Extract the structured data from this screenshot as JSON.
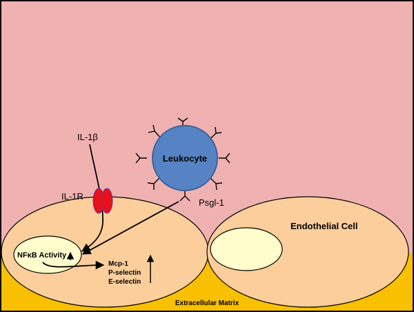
{
  "labels": {
    "il1b": "IL-1β",
    "il1r": "IL-1R",
    "leukocyte": "Leukocyte",
    "psgl1": "Psgl-1",
    "endothelial_cell": "Endothelial Cell",
    "nfkb_activity": "NFκB Activity",
    "mcp1": "Mcp-1",
    "p_selectin": "P-selectin",
    "e_selectin": "E-selectin",
    "extracellular_matrix": "Extracellular Matrix"
  },
  "colors": {
    "lumen": "#F0B2B1",
    "matrix": "#F8C000",
    "cell": "#FCCE9C",
    "nucleus": "#FFFDCC",
    "leukocyte": "#5583C4",
    "leukocyte_border": "#3C639B",
    "receptor": "#E8101A",
    "receptor_border": "#6A3A9A",
    "outline": "#000000"
  }
}
